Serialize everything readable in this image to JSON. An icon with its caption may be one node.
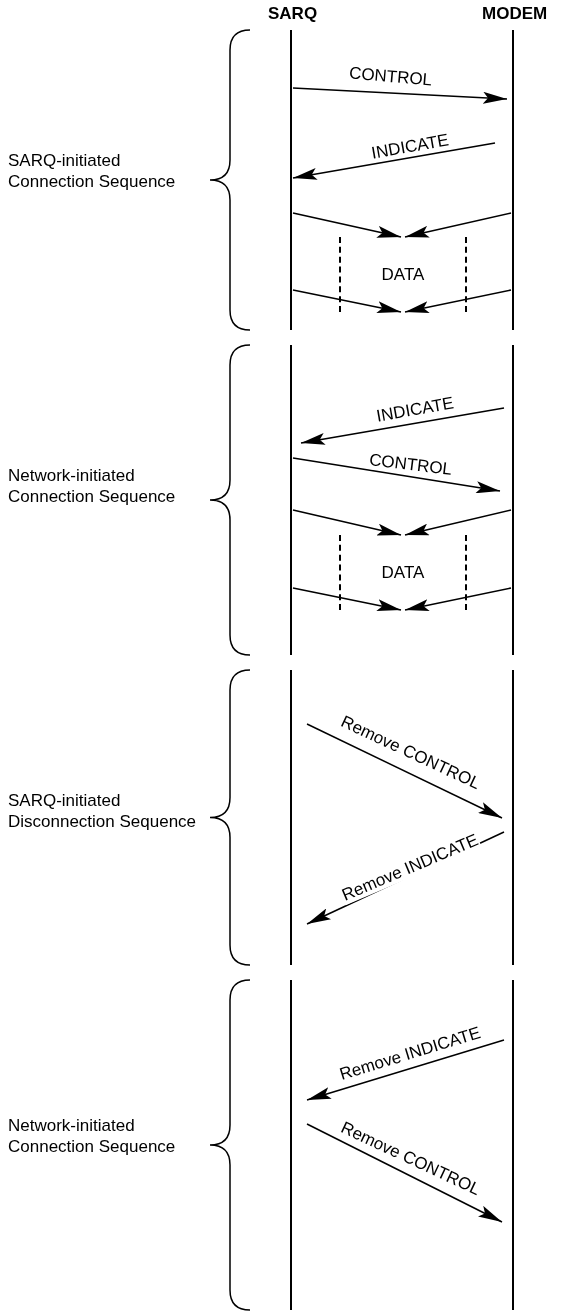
{
  "diagram": {
    "nodes": [
      {
        "text": [
          "SARQ"
        ]
      },
      {
        "text": [
          "MODEM"
        ]
      },
      {
        "text": [
          "DATA"
        ]
      },
      {
        "text": [
          "DATA"
        ]
      }
    ],
    "edges": [
      {
        "from": 0,
        "to": 1,
        "arrow": "to",
        "label": "CONTROL"
      },
      {
        "from": 1,
        "to": 0,
        "arrow": "to",
        "label": "INDICATE"
      },
      {
        "from": 0,
        "to": 2,
        "arrow": "to"
      },
      {
        "from": 1,
        "to": 2,
        "arrow": "to"
      },
      {
        "from": 0,
        "to": 2,
        "arrow": "to"
      },
      {
        "from": 1,
        "to": 2,
        "arrow": "to"
      },
      {
        "from": 1,
        "to": 0,
        "arrow": "to",
        "label": "INDICATE"
      },
      {
        "from": 0,
        "to": 1,
        "arrow": "to",
        "label": "CONTROL"
      },
      {
        "from": 0,
        "to": 3,
        "arrow": "to"
      },
      {
        "from": 1,
        "to": 3,
        "arrow": "to"
      },
      {
        "from": 0,
        "to": 3,
        "arrow": "to"
      },
      {
        "from": 1,
        "to": 3,
        "arrow": "to"
      },
      {
        "from": 0,
        "to": 1,
        "arrow": "to",
        "label": "Remove CONTROL"
      },
      {
        "from": 1,
        "to": 0,
        "arrow": "to",
        "label": "Remove INDICATE"
      },
      {
        "from": 1,
        "to": 0,
        "arrow": "to",
        "label": "Remove INDICATE"
      },
      {
        "from": 0,
        "to": 1,
        "arrow": "to",
        "label": "Remove CONTROL"
      }
    ],
    "labels": [
      "SARQ-initiated Connection Sequence",
      "Network-initiated Connection Sequence",
      "SARQ-initiated Disconnection Sequence",
      "Network-initiated Connection Sequence"
    ]
  }
}
